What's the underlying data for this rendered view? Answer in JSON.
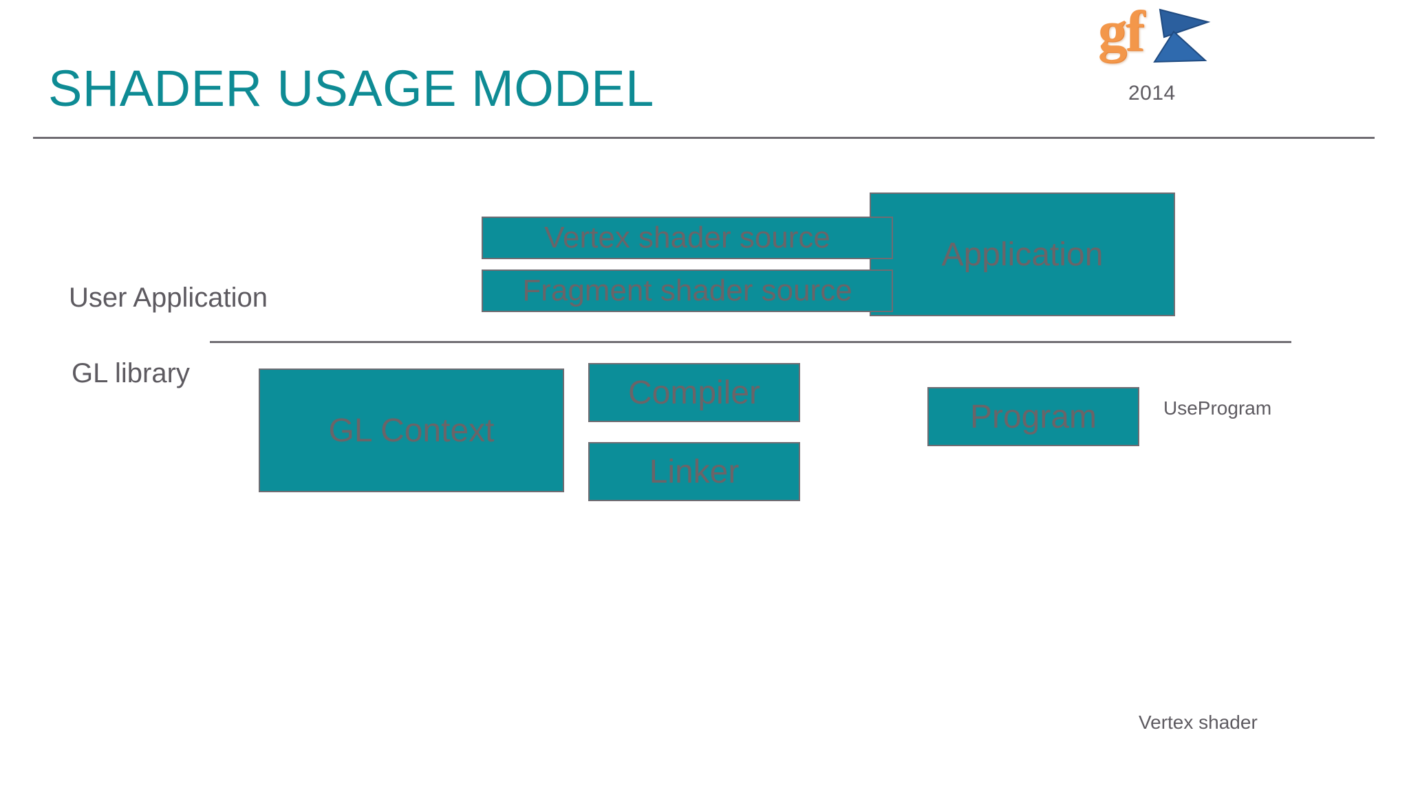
{
  "slide": {
    "title": "SHADER USAGE MODEL",
    "background_color": "#ffffff",
    "title_color": "#0e8b94",
    "rule_color": "#6f6c72"
  },
  "logo": {
    "wordmark": "gf",
    "wordmark_color": "#f3974a",
    "triangle_color": "#2b5f9e",
    "year": "2014",
    "year_color": "#5d5a60"
  },
  "layers": {
    "user_application_label": "User Application",
    "gl_library_label": "GL library",
    "label_color": "#5d5a60"
  },
  "diagram": {
    "node_fill": "#0c8e99",
    "node_border": "#6f6c72",
    "node_text_color": "#6b6468",
    "nodes": [
      {
        "id": "application",
        "label": "Application",
        "layer": "user-application"
      },
      {
        "id": "vertex-shader-source",
        "label": "Vertex shader source",
        "layer": "user-application"
      },
      {
        "id": "fragment-shader-source",
        "label": "Fragment shader source",
        "layer": "user-application"
      },
      {
        "id": "gl-context",
        "label": "GL Context",
        "layer": "gl-library"
      },
      {
        "id": "compiler",
        "label": "Compiler",
        "layer": "gl-library"
      },
      {
        "id": "linker",
        "label": "Linker",
        "layer": "gl-library"
      },
      {
        "id": "program",
        "label": "Program",
        "layer": "gl-library"
      }
    ]
  },
  "annotations": {
    "useprogram": "UseProgram",
    "vertex_shader": "Vertex shader"
  }
}
